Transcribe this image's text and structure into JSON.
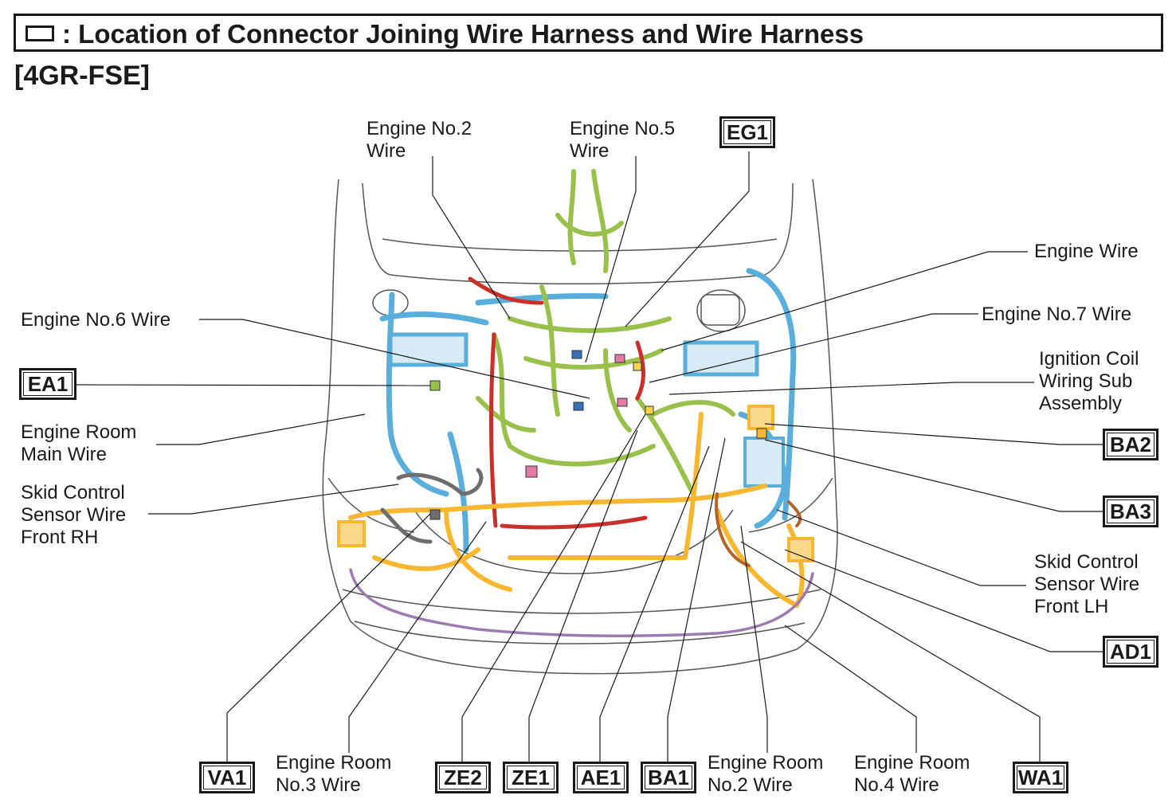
{
  "header": {
    "title": ": Location of Connector Joining Wire Harness and Wire Harness",
    "subtitle": "[4GR-FSE]",
    "legend_icon": "connector-box-symbol"
  },
  "labels": {
    "engine_no2": [
      "Engine No.2",
      "Wire"
    ],
    "engine_no5": [
      "Engine No.5",
      "Wire"
    ],
    "engine_wire": [
      "Engine Wire"
    ],
    "engine_no7": [
      "Engine No.7 Wire"
    ],
    "ignition_coil": [
      "Ignition Coil",
      "Wiring Sub",
      "Assembly"
    ],
    "engine_no6": [
      "Engine No.6 Wire"
    ],
    "engine_room_main": [
      "Engine Room",
      "Main Wire"
    ],
    "skid_rh": [
      "Skid Control",
      "Sensor Wire",
      "Front RH"
    ],
    "skid_lh": [
      "Skid Control",
      "Sensor Wire",
      "Front LH"
    ],
    "engine_room_no3": [
      "Engine Room",
      "No.3 Wire"
    ],
    "engine_room_no2": [
      "Engine Room",
      "No.2 Wire"
    ],
    "engine_room_no4": [
      "Engine Room",
      "No.4 Wire"
    ]
  },
  "connectors": {
    "eg1": "EG1",
    "ea1": "EA1",
    "ba2": "BA2",
    "ba3": "BA3",
    "ad1": "AD1",
    "va1": "VA1",
    "ze2": "ZE2",
    "ze1": "ZE1",
    "ae1": "AE1",
    "ba1": "BA1",
    "wa1": "WA1"
  },
  "colors": {
    "engine_wire_green": "#99c04a",
    "engine_room_blue": "#5aaedc",
    "engine_room_yellow": "#f7b731",
    "engine_no6_red": "#c9302c",
    "skid_sensor_gray": "#6d6d6d",
    "front_purple": "#9c7bb0",
    "engine_room_no2_brown": "#b0652a"
  }
}
